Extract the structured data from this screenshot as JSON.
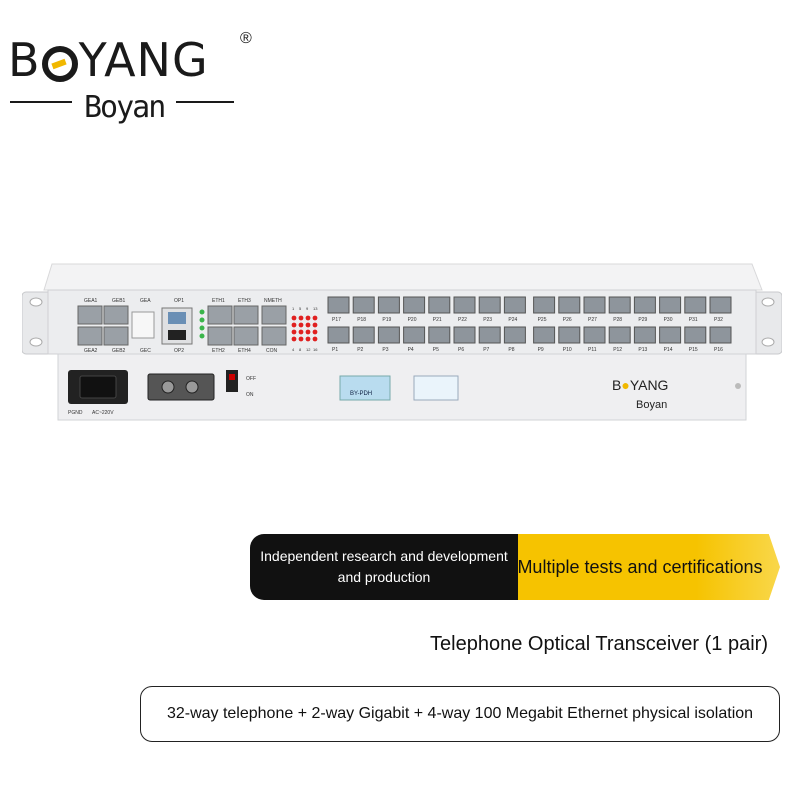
{
  "brand": {
    "logo_parts": [
      "B",
      "YANG"
    ],
    "registered": "®",
    "subtitle": "Boyan"
  },
  "device": {
    "top_port_labels": [
      "GEA1",
      "GEB1",
      "GEA",
      "OP1",
      "ETH1",
      "ETH3",
      "NMETH"
    ],
    "bottom_port_labels": [
      "GEA2",
      "GEB2",
      "GEC",
      "OP2",
      "ETH2",
      "ETH4",
      "CON"
    ],
    "phone_ports_top": [
      "P17",
      "P18",
      "P19",
      "P20",
      "P21",
      "P22",
      "P23",
      "P24",
      "P25",
      "P26",
      "P27",
      "P28",
      "P29",
      "P30",
      "P31",
      "P32"
    ],
    "phone_ports_bottom": [
      "P1",
      "P2",
      "P3",
      "P4",
      "P5",
      "P6",
      "P7",
      "P8",
      "P9",
      "P10",
      "P11",
      "P12",
      "P13",
      "P14",
      "P15",
      "P16"
    ],
    "power_label": "AC~220V",
    "ground_label": "PGND",
    "switch_off": "OFF",
    "switch_on": "ON",
    "sticker_text": "BY-PDH",
    "led_numbers_top": [
      "1",
      "5",
      "9",
      "13"
    ],
    "led_numbers_bottom": [
      "4",
      "8",
      "12",
      "16"
    ]
  },
  "badges": {
    "left_lines": [
      "Independent research and development",
      "and production"
    ],
    "right": "Multiple tests and certifications"
  },
  "product_name": "Telephone Optical Transceiver (1 pair)",
  "spec": "32-way telephone + 2-way Gigabit + 4-way 100 Megabit Ethernet physical isolation",
  "colors": {
    "accent_yellow": "#f6c300",
    "dark": "#111111",
    "chassis": "#ecedef"
  }
}
